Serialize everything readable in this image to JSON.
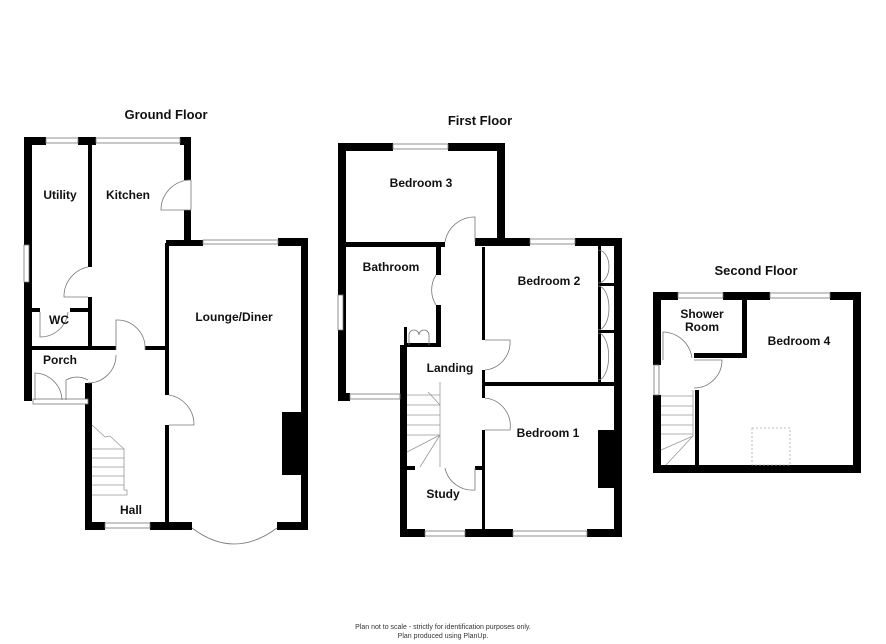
{
  "floors": {
    "ground": {
      "title": "Ground Floor",
      "rooms": {
        "utility": "Utility",
        "kitchen": "Kitchen",
        "wc": "WC",
        "porch": "Porch",
        "lounge": "Lounge/Diner",
        "hall": "Hall"
      }
    },
    "first": {
      "title": "First Floor",
      "rooms": {
        "bedroom3": "Bedroom 3",
        "bathroom": "Bathroom",
        "bedroom2": "Bedroom 2",
        "landing": "Landing",
        "bedroom1": "Bedroom 1",
        "study": "Study"
      }
    },
    "second": {
      "title": "Second Floor",
      "rooms": {
        "shower_line1": "Shower",
        "shower_line2": "Room",
        "bedroom4": "Bedroom 4"
      }
    }
  },
  "footer": {
    "line1": "Plan not to scale - strictly for identification purposes only.",
    "line2": "Plan produced using PlanUp."
  }
}
